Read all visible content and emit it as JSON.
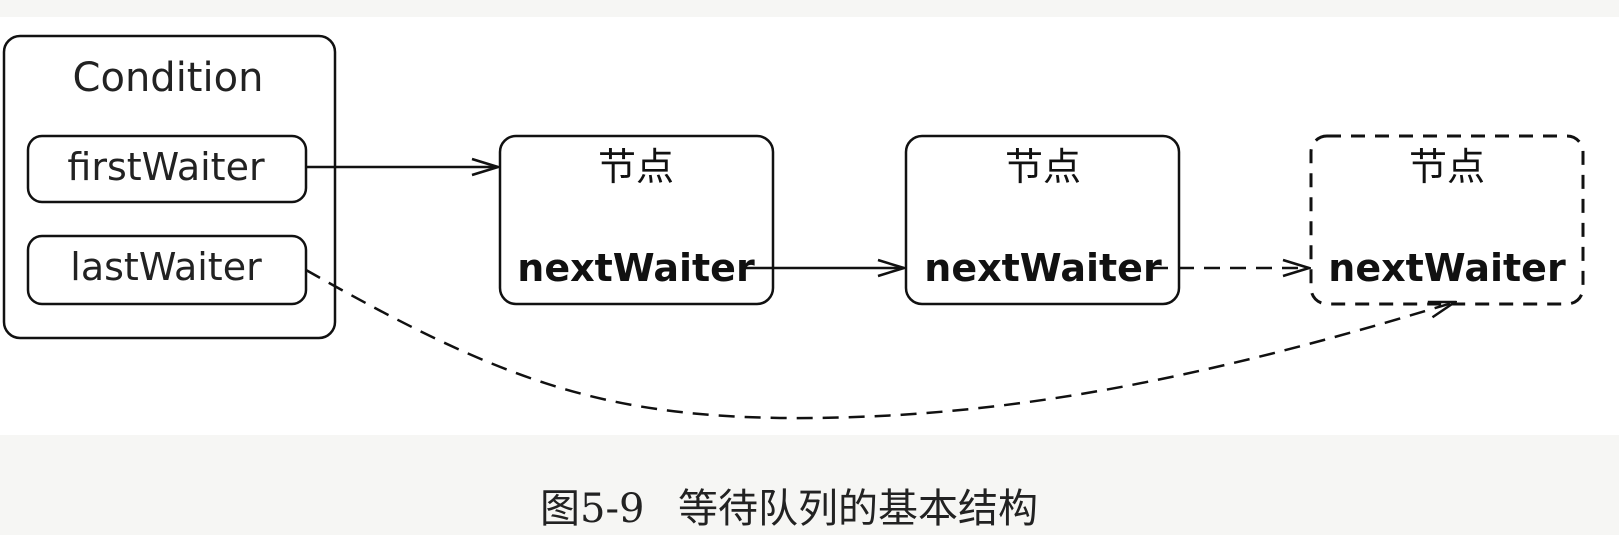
{
  "diagram": {
    "condition": {
      "title": "Condition",
      "fields": [
        "firstWaiter",
        "lastWaiter"
      ]
    },
    "nodes": [
      {
        "title": "节点",
        "field": "nextWaiter",
        "style": "solid"
      },
      {
        "title": "节点",
        "field": "nextWaiter",
        "style": "solid"
      },
      {
        "title": "节点",
        "field": "nextWaiter",
        "style": "dashed"
      }
    ]
  },
  "caption": {
    "figure_number": "图5-9",
    "text": "等待队列的基本结构"
  }
}
